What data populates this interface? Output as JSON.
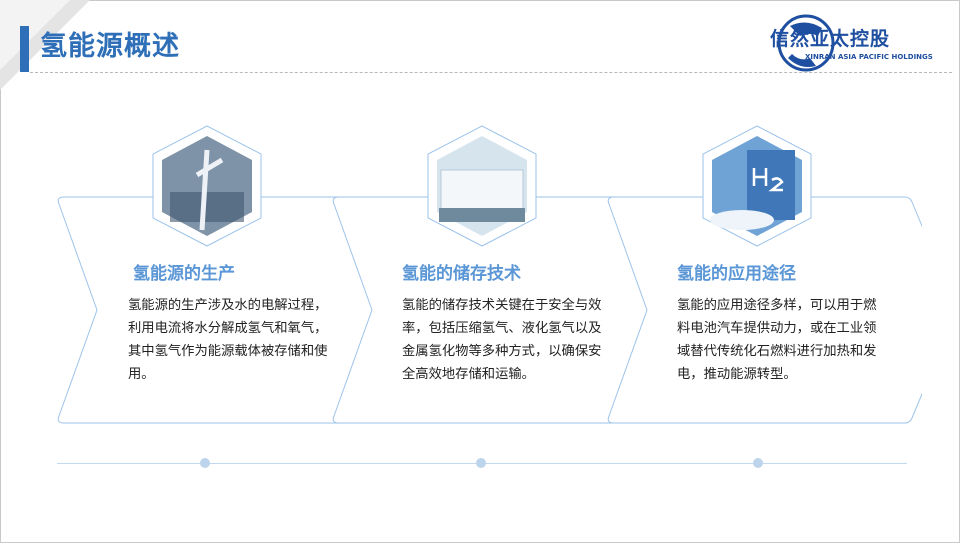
{
  "header": {
    "title": "氢能源概述",
    "logo_cn": "信然亚太控股",
    "logo_en": "XINRAN ASIA PACIFIC HOLDINGS"
  },
  "colors": {
    "accent": "#2e6fb7",
    "card_title": "#5b97d6",
    "card_border": "#9cc3ea"
  },
  "cards": [
    {
      "title": "氢能源的生产",
      "image": "wind-turbine-image",
      "text": "氢能源的生产涉及水的电解过程，利用电流将水分解成氢气和氧气，其中氢气作为能源载体被存储和使用。"
    },
    {
      "title": "氢能的储存技术",
      "image": "hydrogen-storage-image",
      "text": "氢能的储存技术关键在于安全与效率，包括压缩氢气、液化氢气以及金属氢化物等多种方式，以确保安全高效地存储和运输。"
    },
    {
      "title": "氢能的应用途径",
      "image": "h2-hydrogen-image",
      "text": "氢能的应用途径多样，可以用于燃料电池汽车提供动力，或在工业领域替代传统化石燃料进行加热和发电，推动能源转型。"
    }
  ]
}
